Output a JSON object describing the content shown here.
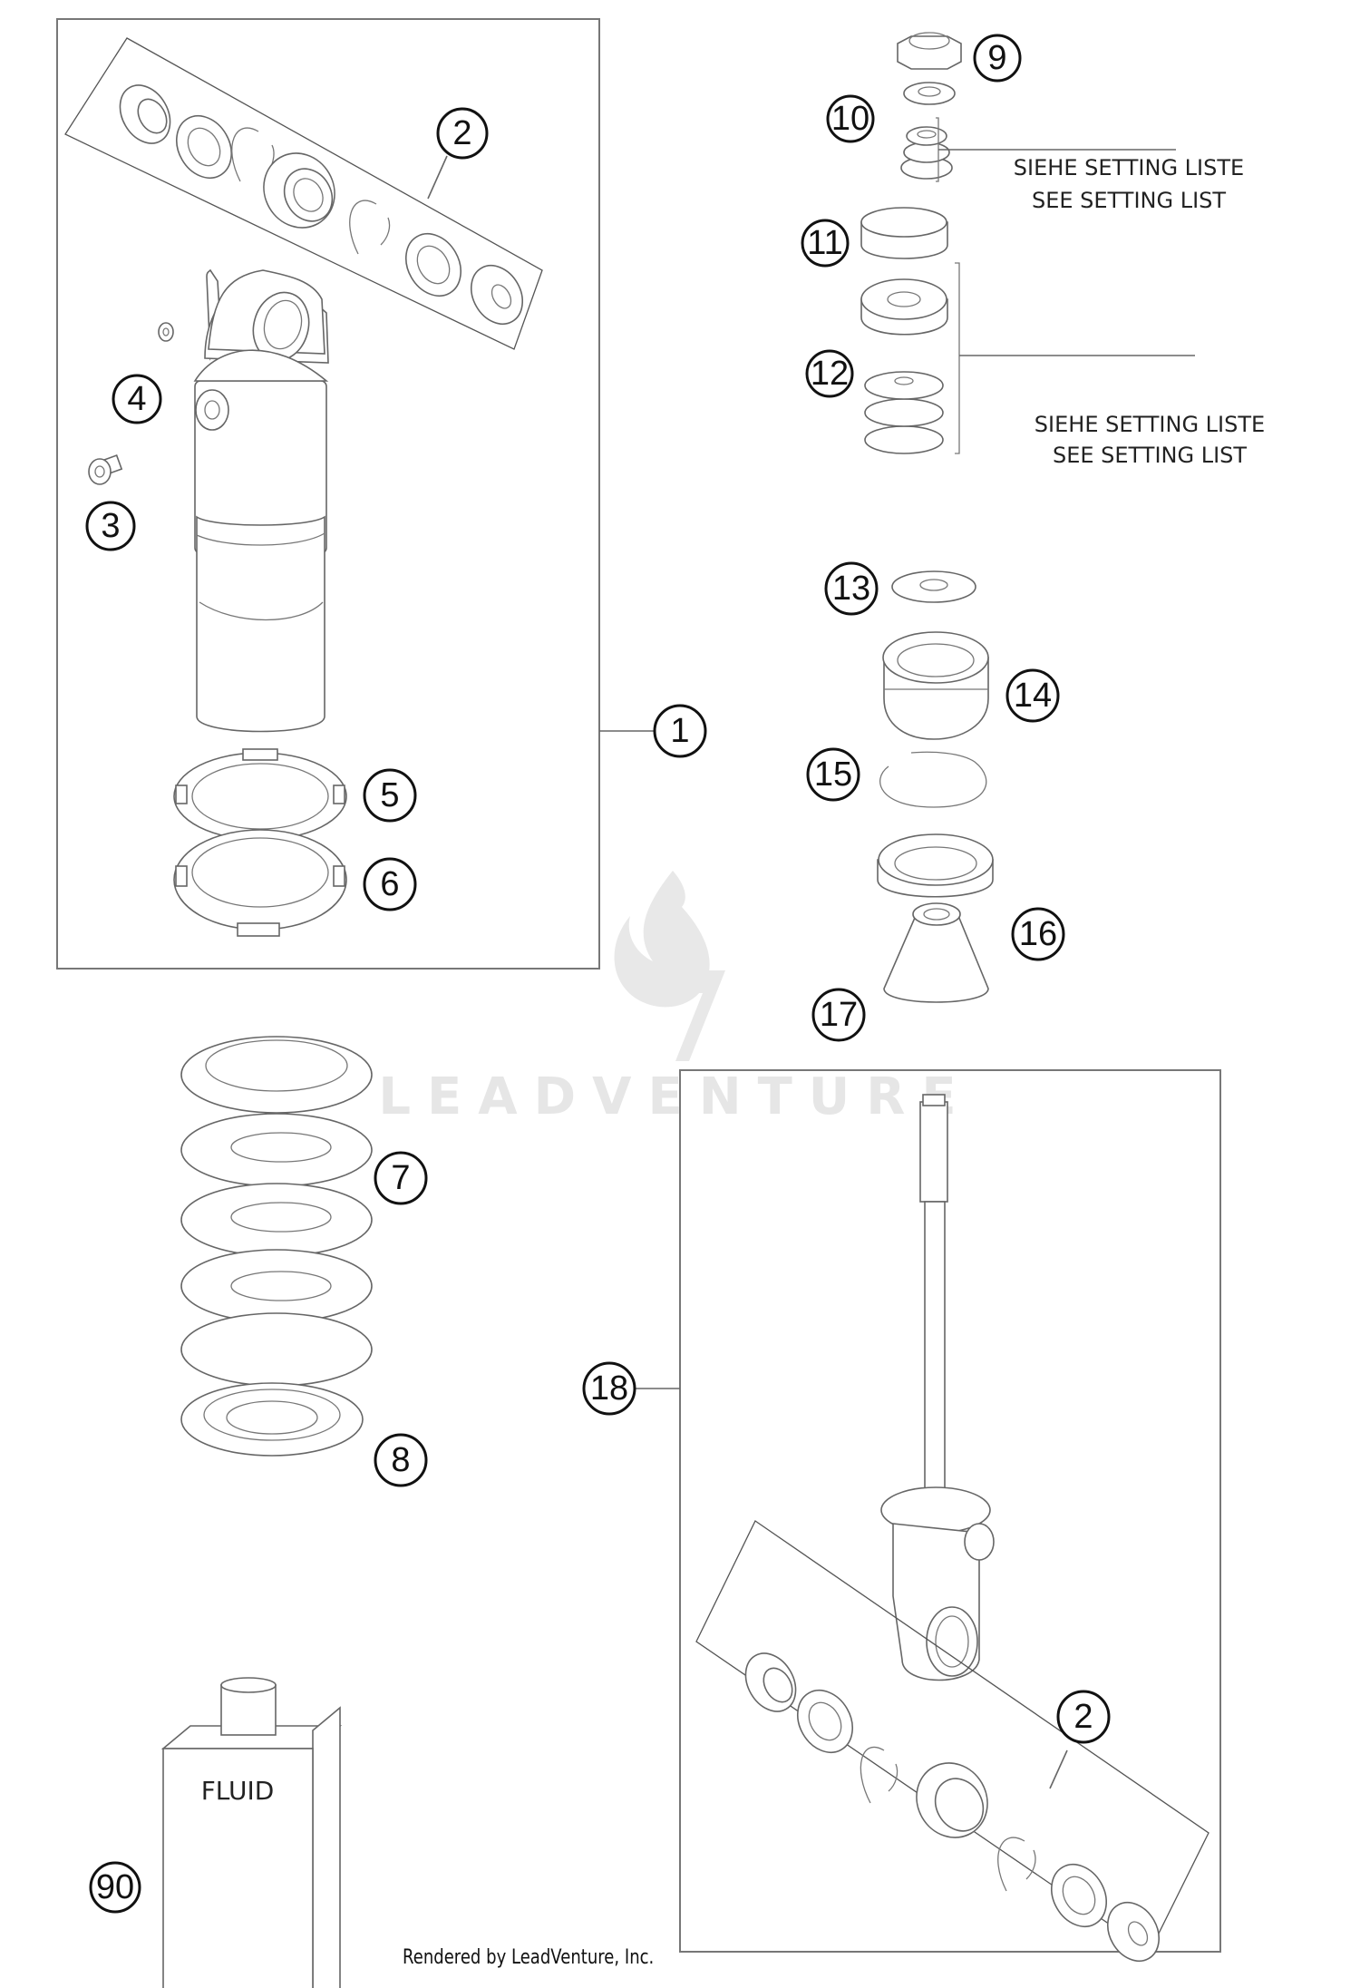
{
  "diagram": {
    "type": "exploded-parts-diagram",
    "subject": "Shock absorber disassembly"
  },
  "callouts": [
    {
      "id": "1",
      "label": "1"
    },
    {
      "id": "2a",
      "label": "2"
    },
    {
      "id": "3",
      "label": "3"
    },
    {
      "id": "4",
      "label": "4"
    },
    {
      "id": "5",
      "label": "5"
    },
    {
      "id": "6",
      "label": "6"
    },
    {
      "id": "7",
      "label": "7"
    },
    {
      "id": "8",
      "label": "8"
    },
    {
      "id": "9",
      "label": "9"
    },
    {
      "id": "10",
      "label": "10"
    },
    {
      "id": "11",
      "label": "11"
    },
    {
      "id": "12",
      "label": "12"
    },
    {
      "id": "13",
      "label": "13"
    },
    {
      "id": "14",
      "label": "14"
    },
    {
      "id": "15",
      "label": "15"
    },
    {
      "id": "16",
      "label": "16"
    },
    {
      "id": "17",
      "label": "17"
    },
    {
      "id": "18",
      "label": "18"
    },
    {
      "id": "2b",
      "label": "2"
    },
    {
      "id": "90",
      "label": "90"
    }
  ],
  "notes": {
    "setting_upper": {
      "line1": "SIEHE SETTING LISTE",
      "line2": "SEE SETTING LIST"
    },
    "setting_lower": {
      "line1": "SIEHE SETTING LISTE",
      "line2": "SEE SETTING LIST"
    }
  },
  "fluid_label": "FLUID",
  "watermark": "LEADVENTURE",
  "footer": "Rendered by LeadVenture, Inc."
}
